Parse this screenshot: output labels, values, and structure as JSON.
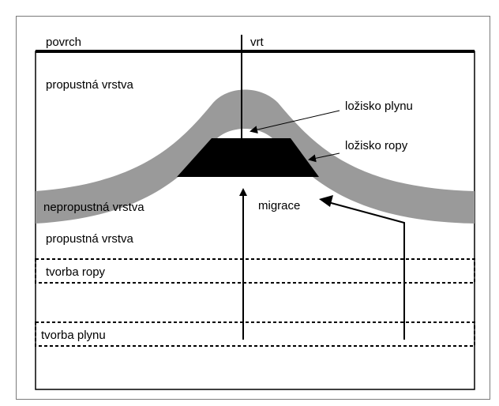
{
  "labels": {
    "surface": "povrch",
    "well": "vrt",
    "permeable_top": "propustná vrstva",
    "gas_reservoir": "ložisko plynu",
    "oil_reservoir": "ložisko ropy",
    "impermeable": "nepropustná vrstva",
    "migration": "migrace",
    "permeable_bottom": "propustná vrstva",
    "oil_formation": "tvorba ropy",
    "gas_formation": "tvorba plynu"
  },
  "colors": {
    "border": "#7a7a7a",
    "line": "#000000",
    "impermeable_layer": "#9a9a9a",
    "oil": "#000000",
    "background": "#ffffff"
  }
}
